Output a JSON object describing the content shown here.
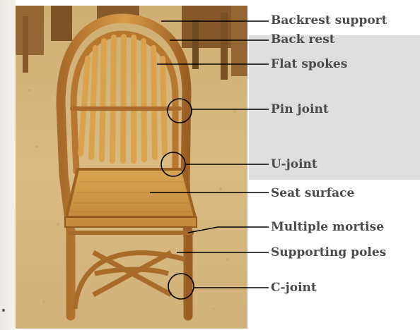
{
  "labels": [
    {
      "id": "backrest-support",
      "text": "Backrest support"
    },
    {
      "id": "back-rest",
      "text": "Back rest"
    },
    {
      "id": "flat-spokes",
      "text": "Flat spokes"
    },
    {
      "id": "pin-joint",
      "text": "Pin joint"
    },
    {
      "id": "u-joint",
      "text": "U-joint"
    },
    {
      "id": "seat-surface",
      "text": "Seat surface"
    },
    {
      "id": "multiple-mortise",
      "text": "Multiple mortise"
    },
    {
      "id": "supporting-poles",
      "text": "Supporting poles"
    },
    {
      "id": "c-joint",
      "text": "C-joint"
    }
  ],
  "colors": {
    "sand": "#d8b77a",
    "bamboo": "#c98b3a",
    "bamboo_dark": "#8a5320",
    "leader_line": "#000000",
    "grey_panel": "#dedede",
    "label_text": "#4a4a4a"
  },
  "callout_markers": [
    "pin-joint-circle",
    "u-joint-circle",
    "c-joint-circle"
  ]
}
